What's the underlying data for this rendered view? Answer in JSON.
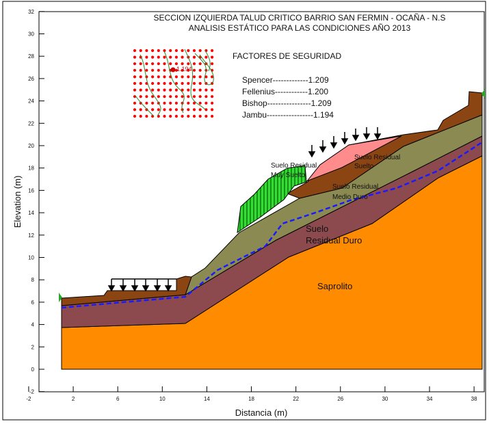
{
  "title_line1": "SECCION IZQUIERDA TALUD CRITICO BARRIO SAN FERMIN - OCAÑA - N.S",
  "title_line2": "ANALISIS ESTÁTICO PARA LAS CONDICIONES AÑO 2013",
  "x_axis_label": "Distancia (m)",
  "y_axis_label": "Elevation (m)",
  "x_ticks": [
    "-2",
    "2",
    "6",
    "10",
    "14",
    "18",
    "22",
    "26",
    "30",
    "34",
    "38"
  ],
  "y_ticks": [
    "-2",
    "0",
    "2",
    "4",
    "6",
    "8",
    "10",
    "12",
    "14",
    "16",
    "18",
    "20",
    "22",
    "24",
    "26",
    "28",
    "30",
    "32"
  ],
  "factors": {
    "heading": "FACTORES DE SEGURIDAD",
    "rows": [
      "Spencer-------------1.209",
      "Fellenius------------1.200",
      "Bishop----------------1.209",
      "Jambu-----------------1.194"
    ]
  },
  "grid_min_label": "1.194",
  "layers": {
    "suelo_residual_muy_suelto": [
      "Suelo Residual",
      "Muy Suelto"
    ],
    "suelo_residual_suelto": [
      "Suelo Residual",
      "Suelto"
    ],
    "suelo_residual_medio_duro": [
      "Suelo Residual",
      "Medio Duro"
    ],
    "suelo_residual_duro": [
      "Suelo",
      "Residual Duro"
    ],
    "saprolito": "Saprolito"
  },
  "colors": {
    "saprolito": "#ff8c00",
    "residual_duro": "#8c4a4e",
    "residual_medio_duro": "#8a8a52",
    "residual_suelto": "#ff8c8c",
    "residual_muy_suelto": "#22cc22",
    "topsoil": "#8b4513",
    "water_table": "#1a1aff",
    "grid_points": "#ff0000"
  }
}
